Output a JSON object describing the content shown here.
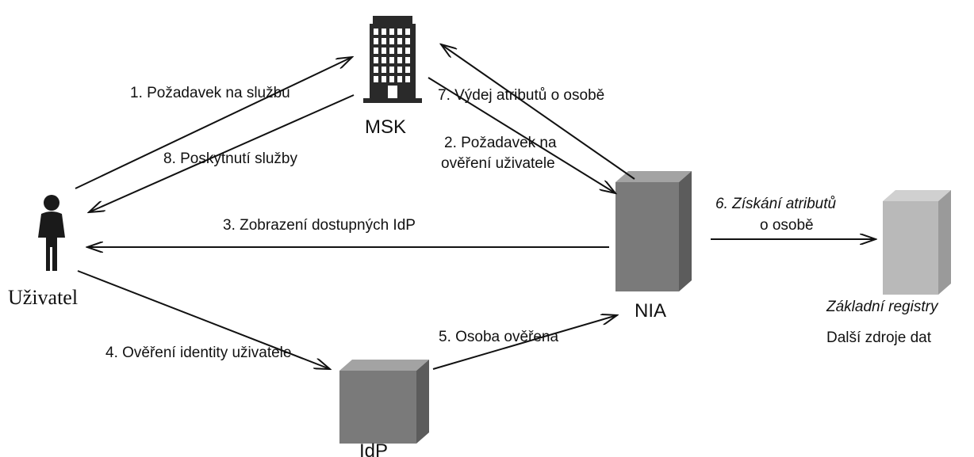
{
  "nodes": {
    "msk": "MSK",
    "nia": "NIA",
    "idp": "IdP",
    "user": "Uživatel",
    "registry_line1": "Základní registry",
    "registry_line2": "Další zdroje dat"
  },
  "steps": {
    "s1": "1. Požadavek na službu",
    "s2_line1": "2. Požadavek na",
    "s2_line2": "ověření uživatele",
    "s3": "3. Zobrazení dostupných IdP",
    "s4": "4. Ověření identity uživatele",
    "s5": "5. Osoba ověřena",
    "s6_line1": "6. Získání atributů",
    "s6_line2": "o osobě",
    "s7": "7. Výdej atributů o osobě",
    "s8": "8. Poskytnutí služby"
  },
  "icons": {
    "msk": "office-building-icon",
    "nia": "cube-icon",
    "idp": "cube-icon",
    "registry": "cube-icon",
    "user": "person-icon"
  },
  "colors": {
    "ink": "#111111",
    "building": "#2a2a2a",
    "cube_front": "#7a7a7a",
    "cube_top": "#a3a3a3",
    "cube_side": "#5c5c5c",
    "registry_front": "#b9b9b9",
    "registry_top": "#d0d0d0",
    "registry_side": "#9a9a9a"
  }
}
